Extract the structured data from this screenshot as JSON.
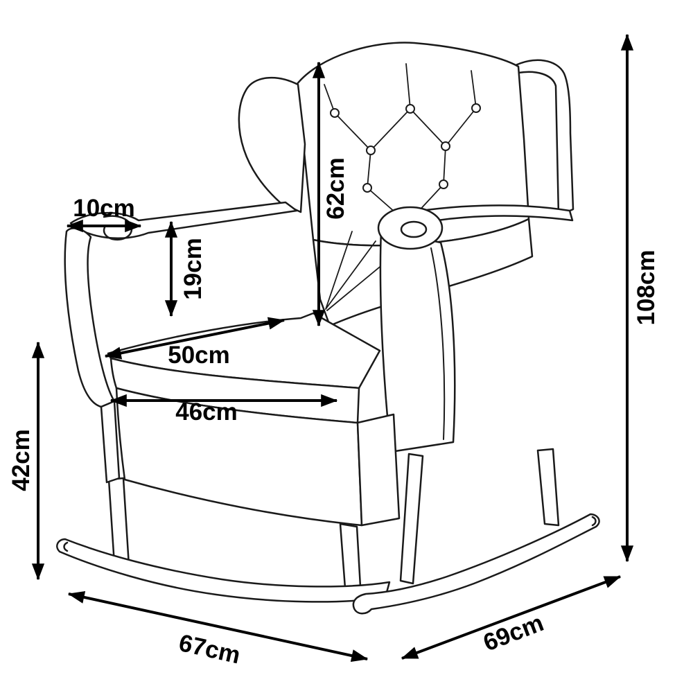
{
  "dimensions": {
    "arm_width": "10cm",
    "armrest_height": "19cm",
    "backrest_height": "62cm",
    "total_height": "108cm",
    "seat_height": "42cm",
    "seat_depth": "50cm",
    "seat_width": "46cm",
    "base_width": "67cm",
    "base_depth": "69cm"
  },
  "colors": {
    "background": "#ffffff",
    "outline": "#1a1a1a",
    "dimension_lines": "#000000"
  }
}
